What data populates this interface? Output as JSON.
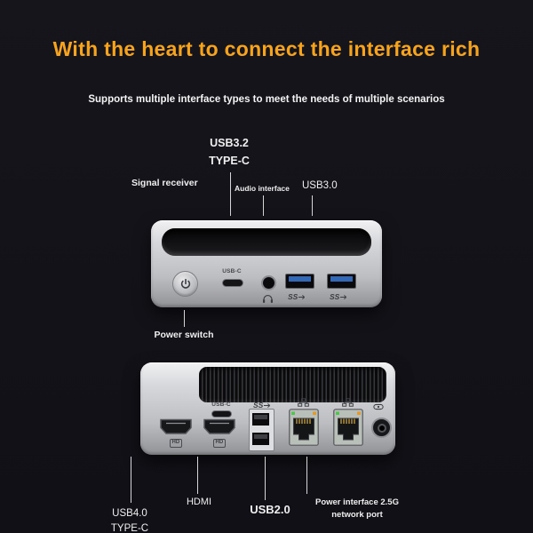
{
  "page": {
    "title": "With the heart to connect the interface rich",
    "subtitle": "Supports multiple interface types to meet the needs of multiple scenarios"
  },
  "front": {
    "callout_usb32_l1": "USB3.2",
    "callout_usb32_l2": "TYPE-C",
    "callout_signal": "Signal receiver",
    "callout_audio": "Audio interface",
    "callout_usb30": "USB3.0",
    "callout_power_switch": "Power switch",
    "port_usbc_label": "USB-C",
    "ss_label": "SS"
  },
  "back": {
    "port_usbc_label": "USB-C",
    "ss_label": "SS",
    "hd_label": "HD",
    "callout_usb40_l1": "USB4.0",
    "callout_usb40_l2": "TYPE-C",
    "callout_hdmi": "HDMI",
    "callout_usb20": "USB2.0",
    "callout_power_l1": "Power interface 2.5G",
    "callout_power_l2": "network port"
  },
  "colors": {
    "accent_orange": "#F6A41E",
    "background_dark": "#121218",
    "device_silver": "#c9cacd",
    "usb_blue": "#3268b8",
    "label_white": "#efefef"
  }
}
